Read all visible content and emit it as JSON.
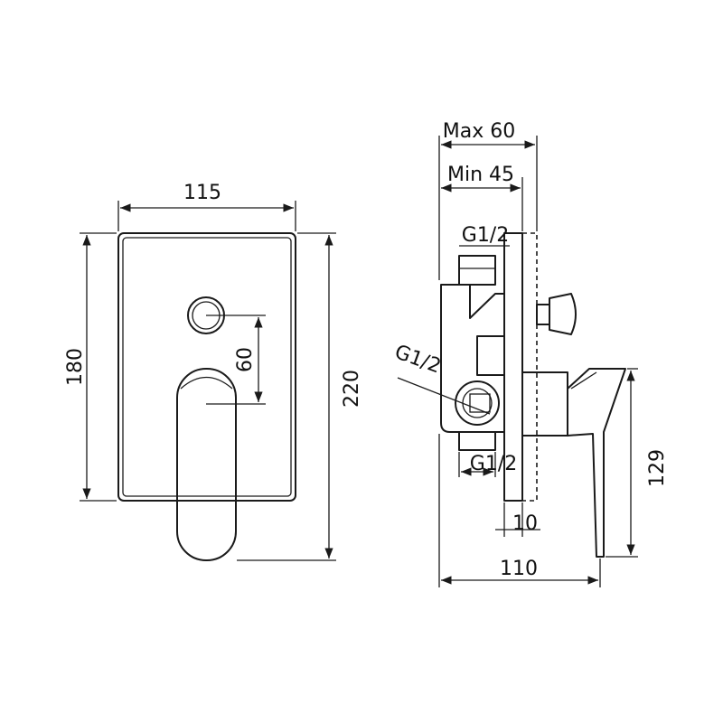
{
  "dimensions": {
    "plate_width": "115",
    "plate_height": "180",
    "total_height": "220",
    "button_offset": "60",
    "max_depth": "Max 60",
    "min_depth": "Min 45",
    "thread_top": "G1/2",
    "thread_side": "G1/2",
    "thread_bottom": "G1/2",
    "plate_thickness": "10",
    "total_depth": "110",
    "handle_height": "129"
  },
  "colors": {
    "line": "#1a1a1a",
    "background": "#ffffff"
  }
}
